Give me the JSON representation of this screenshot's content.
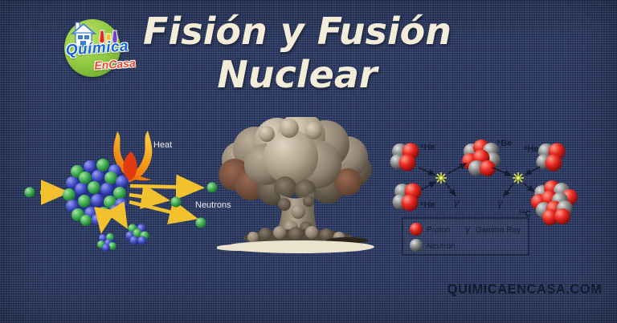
{
  "logo": {
    "brand_top": "Química",
    "brand_bottom": "EnCasa",
    "colors": {
      "circle": "#8dc63f",
      "brand_top": "#1565d8",
      "brand_bottom": "#e8472b"
    }
  },
  "title": {
    "line1": "Fisión y Fusión",
    "line2": "Nuclear",
    "color": "#f2ecd9"
  },
  "fission_diagram": {
    "heat_label": "Heat",
    "neutrons_label": "Neutrons",
    "colors": {
      "neutron_sphere": "#3fae52",
      "nucleus_blue": "#4650c8",
      "arrow": "#f2c12e",
      "flame_outer": "#f59a1a",
      "flame_inner": "#e23b10"
    }
  },
  "fusion_diagram": {
    "nuclide_labels": {
      "helium_top_left": "⁴He",
      "helium_bottom_left": "⁴He",
      "helium_top_right": "⁴He",
      "beryllium": "⁸Be",
      "carbon": "¹²C"
    },
    "gamma_label_1": "γ",
    "gamma_label_2": "γ",
    "legend": {
      "proton_label": "Proton",
      "neutron_label": "Neutron",
      "gamma_symbol": "γ",
      "gamma_ray_label": "Gamma Ray"
    },
    "colors": {
      "proton": "#e8261f",
      "neutron": "#8a8a8a",
      "spark": "#d6e34a",
      "text": "#171c33"
    }
  },
  "footer": {
    "website": "QUIMICAENCASA.COM"
  }
}
